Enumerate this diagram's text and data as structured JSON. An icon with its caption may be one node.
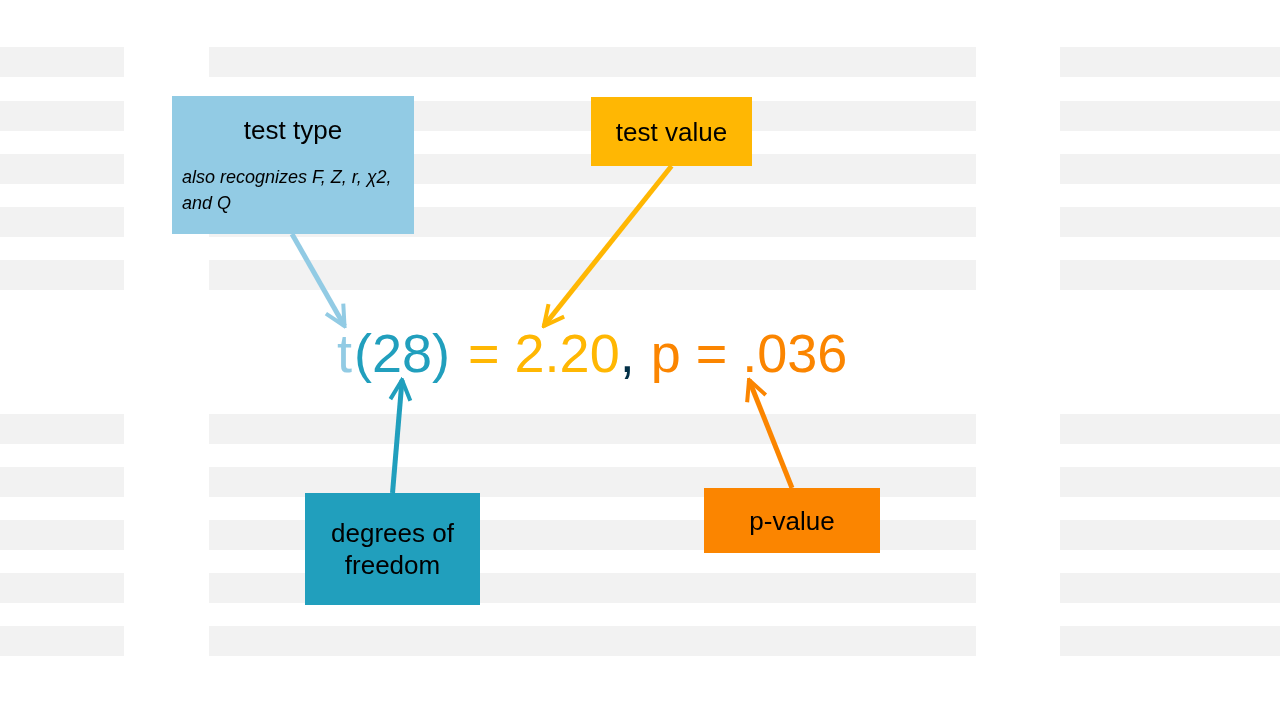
{
  "diagram": {
    "nodes": [
      {
        "text": [
          "test type",
          "also recognizes F, Z, r, χ2, and Q"
        ]
      },
      {
        "text": [
          "test value"
        ]
      },
      {
        "text": [
          "t"
        ]
      },
      {
        "text": [
          "(28)"
        ]
      },
      {
        "text": [
          "= 2.20"
        ]
      },
      {
        "text": [
          "p = .036"
        ]
      },
      {
        "text": [
          "degrees of freedom"
        ]
      },
      {
        "text": [
          "p-value"
        ]
      }
    ],
    "edges": [
      {
        "from": 0,
        "to": 2,
        "arrow": "to",
        "color": "#92cbe4"
      },
      {
        "from": 1,
        "to": 4,
        "arrow": "to",
        "color": "#ffb703"
      },
      {
        "from": 6,
        "to": 3,
        "arrow": "to",
        "color": "#219fbd"
      },
      {
        "from": 7,
        "to": 5,
        "arrow": "to",
        "color": "#fb8500"
      }
    ],
    "labels": [
      ","
    ]
  }
}
